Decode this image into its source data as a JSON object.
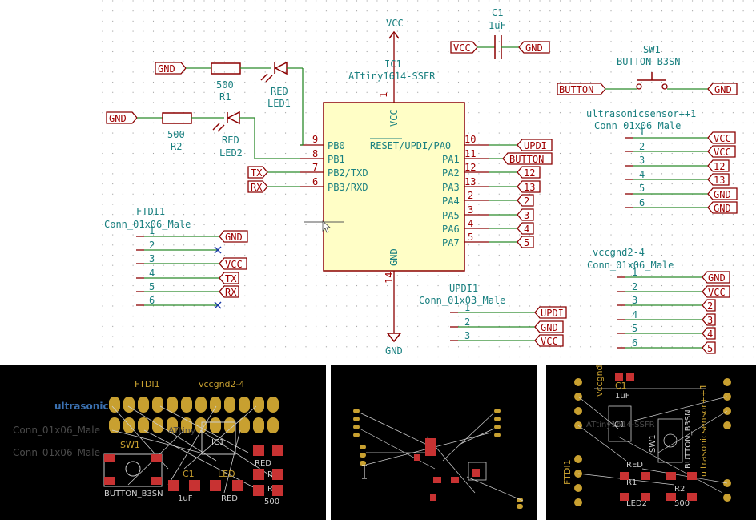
{
  "colors": {
    "wire": "#2b8a2b",
    "symbol": "#8b0000",
    "ic_fill": "#fffec6",
    "field_text": "#1a8080",
    "pcb_background": "#000000",
    "pad": "#c8a030",
    "smd_pad": "#c83232"
  },
  "schematic": {
    "power_top": "VCC",
    "power_bottom": "GND",
    "ic": {
      "ref": "IC1",
      "value": "ATtiny1614-SSFR",
      "vcc_pin_name": "VCC",
      "vcc_pin_num": "1",
      "gnd_pin_name": "GND",
      "gnd_pin_num": "14",
      "left_pins": [
        {
          "num": "9",
          "name": "PB0"
        },
        {
          "num": "8",
          "name": "PB1"
        },
        {
          "num": "7",
          "name": "PB2/TXD"
        },
        {
          "num": "6",
          "name": "PB3/RXD"
        }
      ],
      "right_pins": [
        {
          "num": "10",
          "name": "RESET/UPDI/PA0",
          "label": "UPDI"
        },
        {
          "num": "11",
          "name": "PA1",
          "label": "BUTTON"
        },
        {
          "num": "12",
          "name": "PA2",
          "label": "12"
        },
        {
          "num": "13",
          "name": "PA3",
          "label": "13"
        },
        {
          "num": "2",
          "name": "PA4",
          "label": "2"
        },
        {
          "num": "3",
          "name": "PA5",
          "label": "3"
        },
        {
          "num": "4",
          "name": "PA6",
          "label": "4"
        },
        {
          "num": "5",
          "name": "PA7",
          "label": "5"
        }
      ],
      "left_labels": [
        "TX",
        "RX"
      ]
    },
    "c1": {
      "ref": "C1",
      "value": "1uF",
      "left_label": "VCC",
      "right_label": "GND"
    },
    "sw1": {
      "ref": "SW1",
      "value": "BUTTON_B3SN",
      "left_label": "BUTTON",
      "right_label": "GND"
    },
    "r1": {
      "ref": "R1",
      "value": "500",
      "gnd_label": "GND"
    },
    "led1": {
      "ref": "LED1",
      "value": "RED"
    },
    "r2": {
      "ref": "R2",
      "value": "500",
      "gnd_label": "GND"
    },
    "led2": {
      "ref": "LED2",
      "value": "RED"
    },
    "ftdi1": {
      "ref": "FTDI1",
      "value": "Conn_01x06_Male",
      "pins": [
        {
          "num": "1",
          "label": "GND"
        },
        {
          "num": "2",
          "label": ""
        },
        {
          "num": "3",
          "label": "VCC"
        },
        {
          "num": "4",
          "label": "TX"
        },
        {
          "num": "5",
          "label": "RX"
        },
        {
          "num": "6",
          "label": ""
        }
      ]
    },
    "ultrasonic": {
      "ref": "ultrasonicsensor++1",
      "value": "Conn_01x06_Male",
      "pins": [
        {
          "num": "1",
          "label": "VCC"
        },
        {
          "num": "2",
          "label": "VCC"
        },
        {
          "num": "3",
          "label": "12"
        },
        {
          "num": "4",
          "label": "13"
        },
        {
          "num": "5",
          "label": "GND"
        },
        {
          "num": "6",
          "label": "GND"
        }
      ]
    },
    "vccgnd": {
      "ref": "vccgnd2-4",
      "value": "Conn_01x06_Male",
      "pins": [
        {
          "num": "1",
          "label": "GND"
        },
        {
          "num": "2",
          "label": "VCC"
        },
        {
          "num": "3",
          "label": "2"
        },
        {
          "num": "4",
          "label": "3"
        },
        {
          "num": "5",
          "label": "4"
        },
        {
          "num": "6",
          "label": "5"
        }
      ]
    },
    "updi1": {
      "ref": "UPDI1",
      "value": "Conn_01x03_Male",
      "pins": [
        {
          "num": "1",
          "label": "UPDI"
        },
        {
          "num": "2",
          "label": "GND"
        },
        {
          "num": "3",
          "label": "VCC"
        }
      ]
    }
  },
  "pcb1": {
    "ftdi": "FTDI1",
    "vccgnd": "vccgnd2-4",
    "ultrasonic": "ultrasonic",
    "conn1": "Conn_01x06_Male",
    "conn2": "Conn_01x06_Male",
    "sw": "SW1",
    "button": "BUTTON_B3SN",
    "c1": "C1",
    "c1_val": "1uF",
    "ic": "IC1",
    "ic_val": "ATtiny",
    "led": "LED",
    "red1": "RED",
    "red2": "RED",
    "r1": "R1",
    "r2": "R2",
    "r_val": "500"
  },
  "pcb3": {
    "ic": "IC1",
    "ftdi": "FTDI1",
    "vccgnd": "vccgnd2-4",
    "ultrasonic": "ultrasonicsensor++1",
    "c1": "C1",
    "c1_val": "1uF",
    "sw": "SW1",
    "button": "BUTTON_B3SN",
    "red": "RED",
    "r1": "R1",
    "r2": "R2",
    "r_val": "500",
    "led": "LED2",
    "ic_val": "ATtiny1614-SSFR"
  }
}
